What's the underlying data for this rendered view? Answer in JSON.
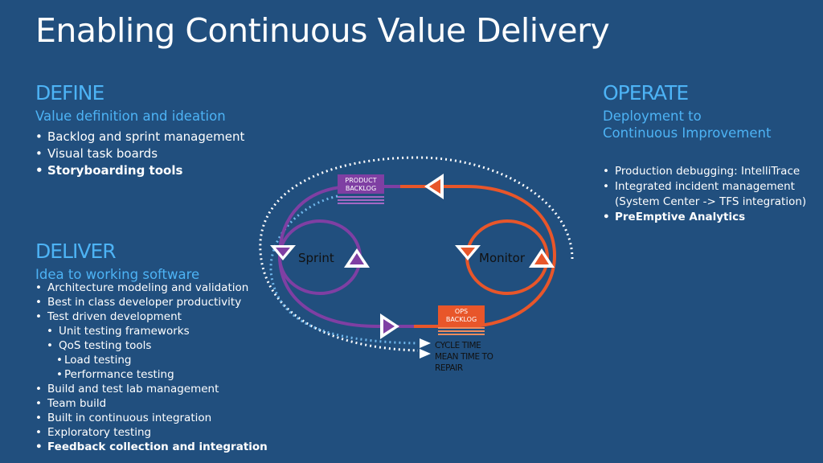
{
  "title": "Enabling Continuous Value Delivery",
  "define": {
    "heading": "DEFINE",
    "subtitle": "Value definition and ideation",
    "items": [
      "Backlog and sprint management",
      "Visual task boards",
      "Storyboarding tools"
    ]
  },
  "operate": {
    "heading": "OPERATE",
    "subtitle_line1": "Deployment to",
    "subtitle_line2": "Continuous Improvement",
    "items": [
      "Production debugging: IntelliTrace",
      "Integrated incident management",
      "(System Center -> TFS integration)",
      "PreEmptive Analytics"
    ]
  },
  "deliver": {
    "heading": "DELIVER",
    "subtitle": "Idea to working software",
    "items": [
      "Architecture modeling and validation",
      "Best in class developer productivity",
      "Test driven development",
      "Unit testing frameworks",
      "QoS testing tools",
      "Load testing",
      "Performance testing",
      "Build and test lab management",
      "Team build",
      "Built in continuous integration",
      "Exploratory testing",
      "Feedback collection and integration"
    ]
  },
  "diagram": {
    "product_backlog_line1": "PRODUCT",
    "product_backlog_line2": "BACKLOG",
    "ops_backlog_line1": "OPS",
    "ops_backlog_line2": "BACKLOG",
    "sprint": "Sprint",
    "monitor": "Monitor",
    "cycle_time": "CYCLE TIME",
    "mttr_line1": "MEAN TIME TO",
    "mttr_line2": "REPAIR",
    "colors": {
      "purple": "#7f3fa3",
      "orange": "#e8562a",
      "dotted_white": "#ffffff",
      "dotted_blue": "#6fb6ea"
    }
  }
}
